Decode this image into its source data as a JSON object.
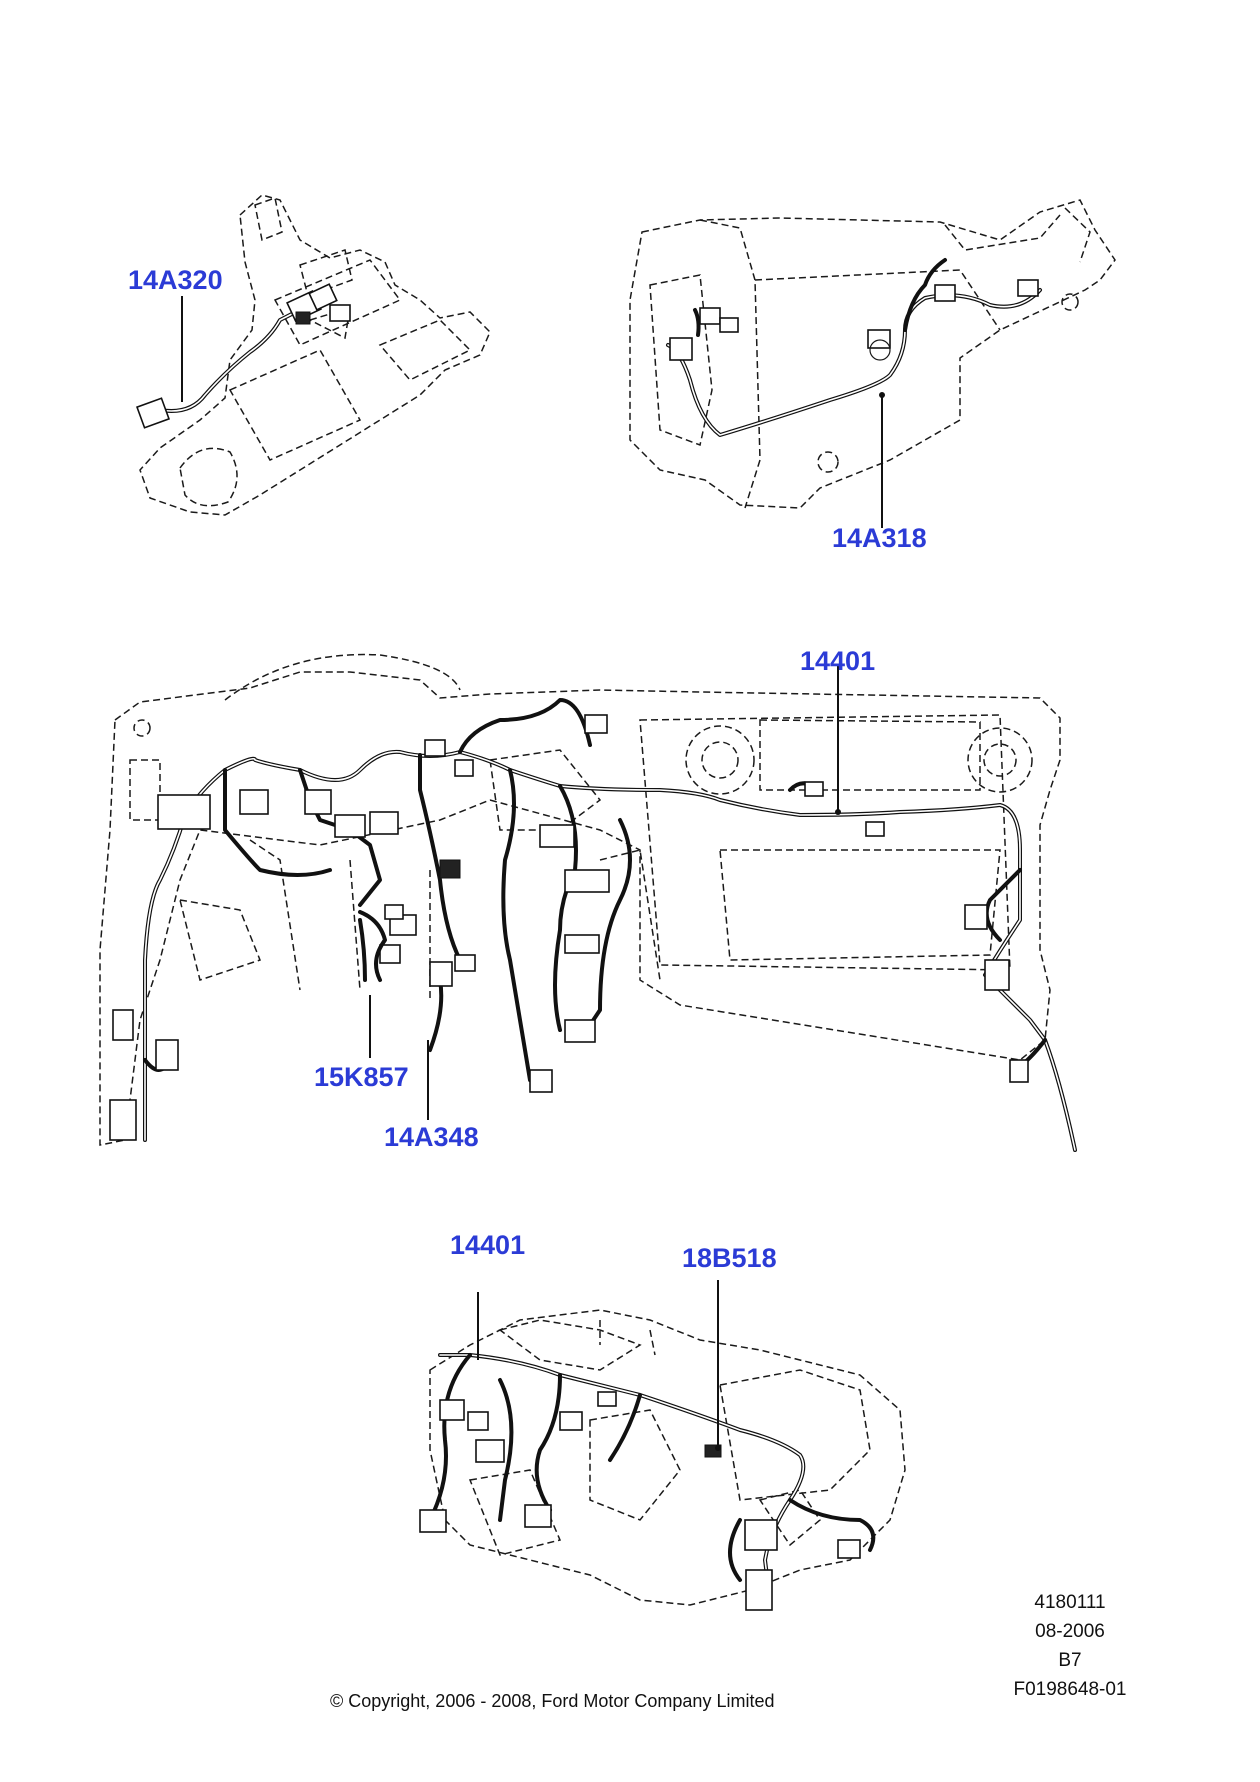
{
  "diagram": {
    "callouts": [
      {
        "id": "c1",
        "text": "14A320"
      },
      {
        "id": "c2",
        "text": "14A318"
      },
      {
        "id": "c3",
        "text": "14401"
      },
      {
        "id": "c4",
        "text": "15K857"
      },
      {
        "id": "c5",
        "text": "14A348"
      },
      {
        "id": "c6",
        "text": "14401"
      },
      {
        "id": "c7",
        "text": "18B518"
      }
    ],
    "reference": {
      "number": "4180111",
      "date": "08-2006",
      "code": "B7",
      "figure_id": "F0198648-01"
    },
    "copyright": "© Copyright, 2006 - 2008, Ford Motor Company Limited",
    "colors": {
      "callout": "#2b3bd6",
      "line_art": "#1a1a1a",
      "background": "#ffffff"
    }
  }
}
